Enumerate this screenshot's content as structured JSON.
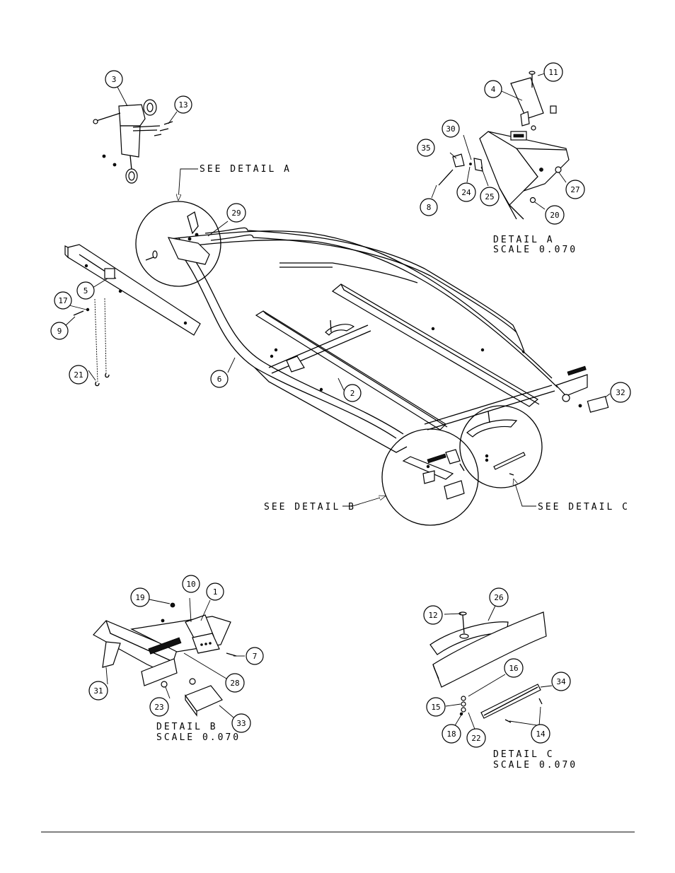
{
  "callouts": {
    "c1": "1",
    "c2": "2",
    "c3": "3",
    "c4": "4",
    "c5": "5",
    "c6": "6",
    "c7": "7",
    "c8": "8",
    "c9": "9",
    "c10": "10",
    "c11": "11",
    "c12": "12",
    "c13": "13",
    "c14": "14",
    "c15": "15",
    "c16": "16",
    "c17": "17",
    "c18": "18",
    "c19": "19",
    "c20": "20",
    "c21": "21",
    "c22": "22",
    "c23": "23",
    "c24": "24",
    "c25": "25",
    "c26": "26",
    "c27": "27",
    "c28": "28",
    "c29": "29",
    "c30": "30",
    "c31": "31",
    "c32": "32",
    "c33": "33",
    "c34": "34",
    "c35": "35"
  },
  "labels": {
    "see_detail_a": "SEE DETAIL  A",
    "see_detail_b": "SEE DETAIL  B",
    "see_detail_c": "SEE DETAIL  C",
    "detail_a_title": "DETAIL  A",
    "detail_b_title": "DETAIL  B",
    "detail_c_title": "DETAIL  C",
    "scale_text": "SCALE  0.070"
  }
}
